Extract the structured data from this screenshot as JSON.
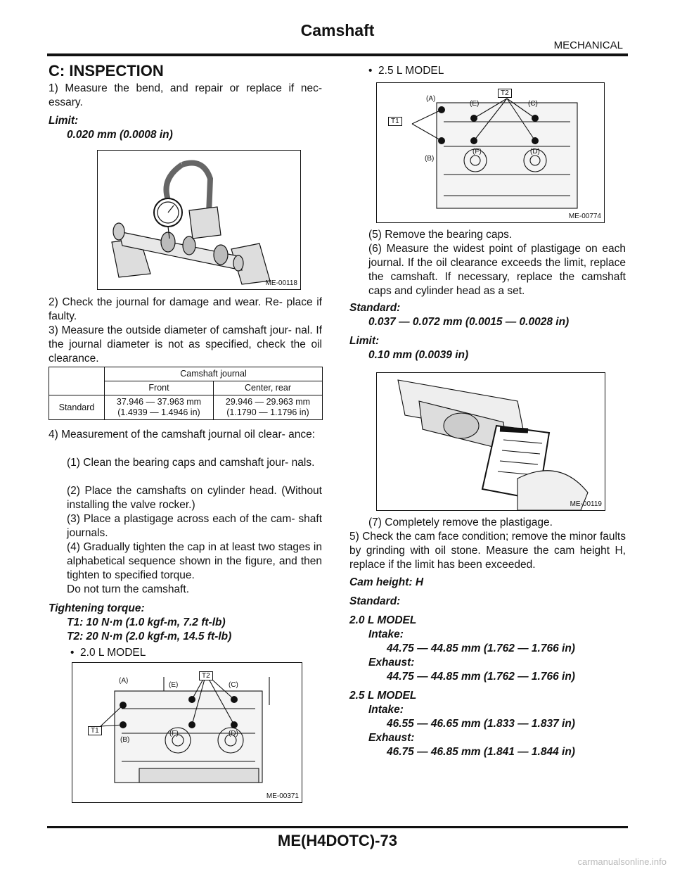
{
  "header": {
    "title": "Camshaft",
    "section": "MECHANICAL"
  },
  "footer": {
    "page_code": "ME(H4DOTC)-73",
    "watermark": "carmanualsonline.info"
  },
  "inspection": {
    "heading": "C: INSPECTION",
    "step1": "1) Measure the bend, and repair or replace if nec- essary.",
    "limit_label": "Limit:",
    "limit_value": "0.020 mm (0.0008 in)",
    "fig1_code": "ME-00118",
    "step2": "2) Check the journal for damage and wear. Re- place if faulty.",
    "step3": "3) Measure the outside diameter of camshaft jour- nal. If the journal diameter is not as specified, check the oil clearance.",
    "table": {
      "group_header": "Camshaft journal",
      "col_front": "Front",
      "col_center_rear": "Center, rear",
      "row_label": "Standard",
      "front_line1": "37.946 — 37.963 mm",
      "front_line2": "(1.4939 — 1.4946 in)",
      "center_line1": "29.946 — 29.963 mm",
      "center_line2": "(1.1790 — 1.1796 in)"
    },
    "step4": "4) Measurement of the camshaft journal oil clear- ance:",
    "sub1": "(1) Clean the bearing caps and camshaft jour- nals.",
    "sub2": "(2) Place the camshafts on cylinder head. (Without installing the valve rocker.)",
    "sub3": "(3) Place a plastigage across each of the cam- shaft journals.",
    "sub4": "(4) Gradually tighten the cap in at least two stages in alphabetical sequence shown in the figure, and then tighten to specified torque.",
    "sub4_note": "Do not turn the camshaft.",
    "torque_label": "Tightening torque:",
    "torque_t1": "T1: 10 N·m (1.0 kgf-m, 7.2 ft-lb)",
    "torque_t2": "T2: 20 N·m (2.0 kgf-m, 14.5 ft-lb)",
    "bullet_20": "2.0 L MODEL",
    "fig_20_code": "ME-00371",
    "bullet_25": "2.5 L MODEL",
    "fig_25_code": "ME-00774",
    "callouts": {
      "a": "(A)",
      "b": "(B)",
      "c": "(C)",
      "d": "(D)",
      "e": "(E)",
      "f": "(F)",
      "t1": "T1",
      "t2": "T2"
    },
    "sub5": "(5) Remove the bearing caps.",
    "sub6": "(6) Measure the widest point of plastigage on each journal. If the oil clearance exceeds the limit, replace the camshaft. If necessary, replace the camshaft caps and cylinder head as a set.",
    "std_label": "Standard:",
    "std_value": "0.037 — 0.072 mm (0.0015 — 0.0028 in)",
    "limit2_label": "Limit:",
    "limit2_value": "0.10 mm (0.0039 in)",
    "fig_plast_code": "ME-00119",
    "sub7": "(7) Completely remove the plastigage.",
    "step5": "5) Check the cam face condition; remove the minor faults by grinding with oil stone. Measure the cam height H, replace if the limit has been exceeded.",
    "cam_height_label": "Cam height: H",
    "cam_std_label": "Standard:",
    "model20": "2.0 L MODEL",
    "intake_label": "Intake:",
    "intake20": "44.75 — 44.85 mm (1.762 — 1.766 in)",
    "exhaust_label": "Exhaust:",
    "exhaust20": "44.75 — 44.85 mm (1.762 — 1.766 in)",
    "model25": "2.5 L MODEL",
    "intake25": "46.55 — 46.65 mm (1.833 — 1.837 in)",
    "exhaust25": "46.75 — 46.85 mm (1.841 — 1.844 in)"
  }
}
